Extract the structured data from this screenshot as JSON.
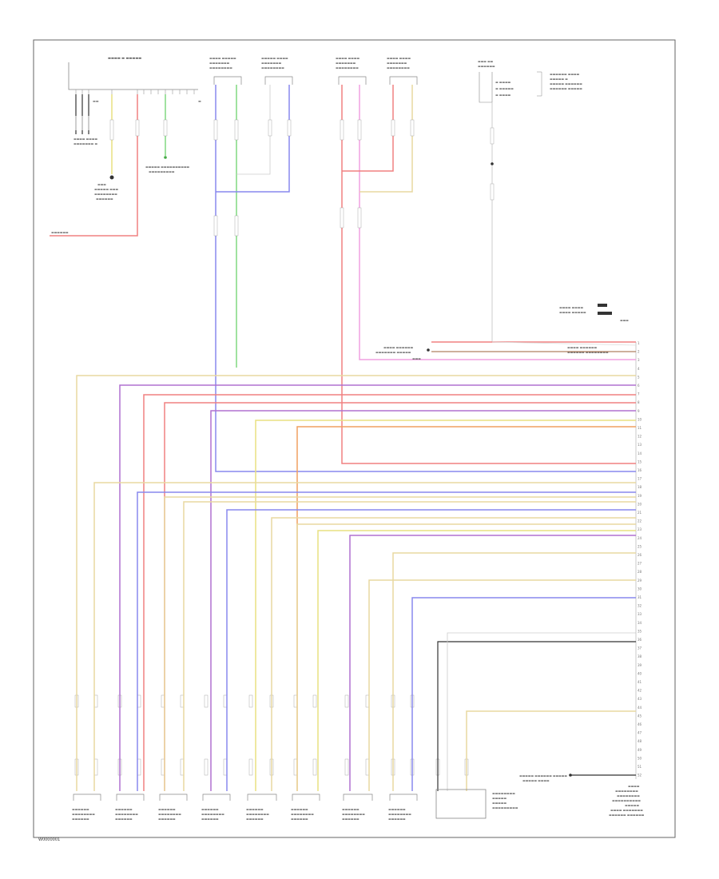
{
  "diagram": {
    "footer_code": "W0000001"
  },
  "colors": {
    "border": "#666666",
    "black": "#333333",
    "red": "#f08080",
    "yellow": "#e8e080",
    "green": "#80d880",
    "blue": "#8888ee",
    "violet": "#b070d0",
    "pink": "#f0a0e0",
    "orange": "#f0a060",
    "tan": "#e8d8a0",
    "grey": "#a0a0a0",
    "brown": "#b08060"
  },
  "connector_pins": [
    "1",
    "2",
    "3",
    "4",
    "5",
    "6",
    "7",
    "8",
    "9",
    "10",
    "11",
    "12",
    "13",
    "14",
    "15",
    "16",
    "17",
    "18",
    "19",
    "20",
    "21",
    "22",
    "23",
    "24",
    "25",
    "26",
    "27",
    "28",
    "29",
    "30",
    "31",
    "32",
    "33",
    "34",
    "35",
    "36",
    "37",
    "38",
    "39",
    "40",
    "41",
    "42",
    "43",
    "44",
    "45",
    "46",
    "47",
    "48",
    "49",
    "50",
    "51",
    "52"
  ]
}
